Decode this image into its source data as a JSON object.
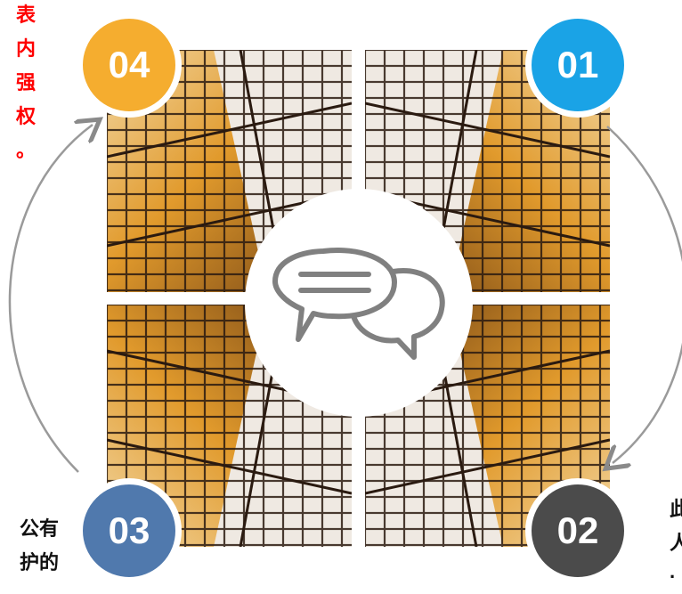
{
  "badges": [
    {
      "label": "04",
      "color": "#f5ad2f"
    },
    {
      "label": "01",
      "color": "#1aa3e6"
    },
    {
      "label": "03",
      "color": "#5079ad"
    },
    {
      "label": "02",
      "color": "#4b4b4b"
    }
  ],
  "text_top_left": {
    "lines": [
      "表",
      "内",
      "强",
      "权",
      "。"
    ],
    "color": "#ff0000"
  },
  "text_bottom_left": {
    "lines": [
      "公有",
      "护的"
    ]
  },
  "text_bottom_right": {
    "lines": [
      "此",
      "人",
      "·"
    ]
  },
  "center_icon": "speech-bubbles-icon",
  "photo": "glass-skyscraper-photo"
}
